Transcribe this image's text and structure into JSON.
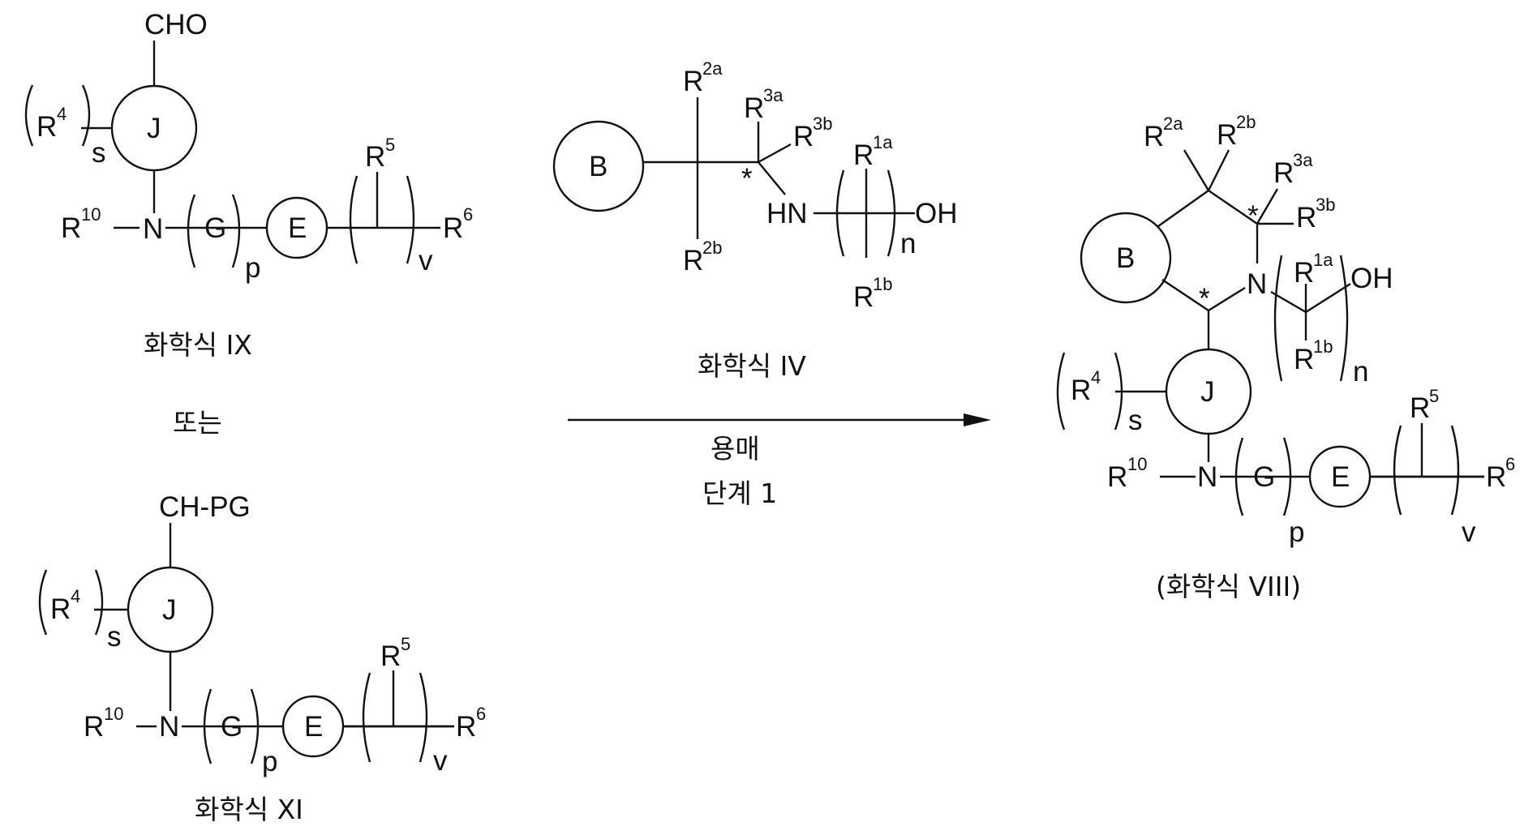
{
  "captions": {
    "ix": "화학식 IX",
    "or": "또는",
    "xi": "화학식 XI",
    "iv": "화학식 IV",
    "viii": "(화학식 VIII)"
  },
  "arrow": {
    "solvent": "용매",
    "step": "단계 1"
  },
  "labels": {
    "cho": "CHO",
    "ch_pg": "CH-PG",
    "j": "J",
    "e": "E",
    "g": "G",
    "b": "B",
    "n": "N",
    "hn": "HN",
    "oh": "OH",
    "r": "R",
    "sub_s": "s",
    "sub_p": "p",
    "sub_v": "v",
    "sub_n": "n",
    "star": "*",
    "sup_4": "4",
    "sup_5": "5",
    "sup_6": "6",
    "sup_10": "10",
    "sup_1a": "1a",
    "sup_1b": "1b",
    "sup_2a": "2a",
    "sup_2b": "2b",
    "sup_3a": "3a",
    "sup_3b": "3b"
  }
}
